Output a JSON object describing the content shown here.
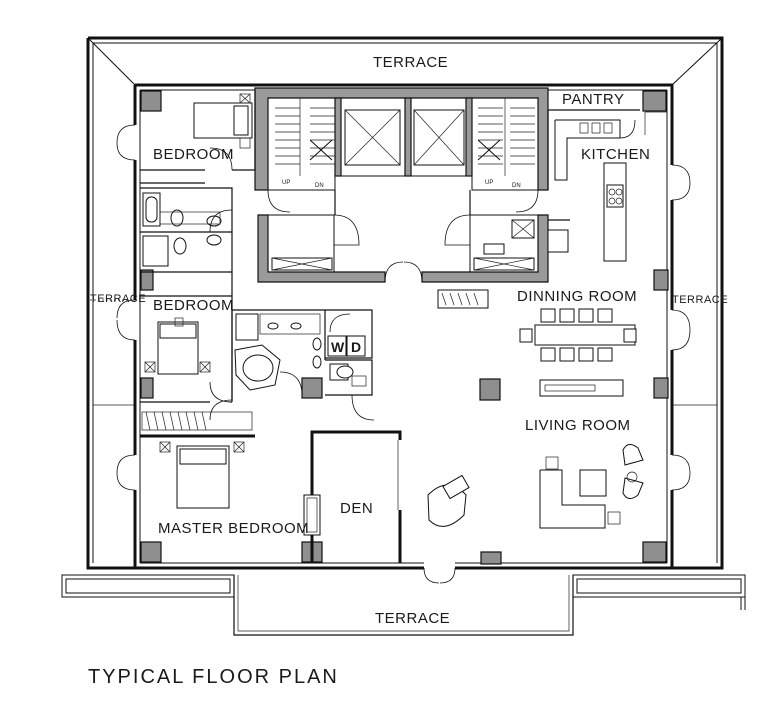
{
  "labels": {
    "terrace_top": "TERRACE",
    "terrace_left": "TERRACE",
    "terrace_right": "TERRACE",
    "terrace_bottom": "TERRACE",
    "pantry": "PANTRY",
    "kitchen": "KITCHEN",
    "bedroom_1": "BEDROOM",
    "bedroom_2": "BEDROOM",
    "dinning_room": "DINNING ROOM",
    "living_room": "LIVING ROOM",
    "master_bedroom": "MASTER BEDROOM",
    "den": "DEN",
    "washer": "W",
    "dryer": "D",
    "stair_up_left": "UP",
    "stair_dn_left": "DN",
    "stair_up_right": "UP",
    "stair_dn_right": "DN"
  },
  "title": "TYPICAL FLOOR PLAN"
}
